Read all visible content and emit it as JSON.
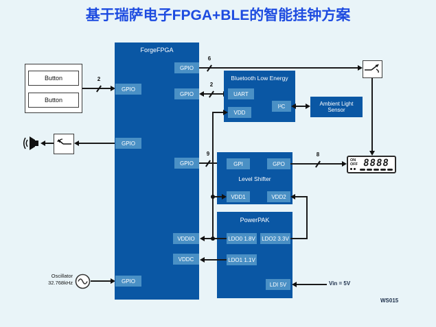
{
  "title": "基于瑞萨电子FPGA+BLE的智能挂钟方案",
  "colors": {
    "title_blue": "#1d4be0",
    "block_blue": "#0a57a4",
    "pin_blue": "#4a90c5",
    "background": "#e9f4f8",
    "wire": "#1a1a1a"
  },
  "inputs": {
    "button1": "Button",
    "button2": "Button",
    "oscillator_line1": "Oscillator",
    "oscillator_line2": "32.768kHz"
  },
  "fpga": {
    "title": "ForgeFPGA",
    "pin_gpio_buttons": "GPIO",
    "pin_gpio_speaker": "GPIO",
    "pin_gpio_oscillator": "GPIO",
    "pin_gpio_switch": "GPIO",
    "pin_gpio_uart": "GPIO",
    "pin_gpio_levelshifter": "GPIO",
    "pin_vddio": "VDDIO",
    "pin_vddc": "VDDC"
  },
  "ble": {
    "title": "Bluetooth Low Energy",
    "pin_uart": "UART",
    "pin_vdd": "VDD",
    "pin_i2c": "I²C"
  },
  "ambient_light_sensor": {
    "line1": "Ambient Light",
    "line2": "Sensor"
  },
  "level_shifter": {
    "title": "Level Shifter",
    "pin_gpi": "GPI",
    "pin_gpo": "GPO",
    "pin_vdd1": "VDD1",
    "pin_vdd2": "VDD2"
  },
  "powerpak": {
    "title": "PowerPAK",
    "pin_ldo0": "LDO0 1.8V",
    "pin_ldo2": "LDO2 3.3V",
    "pin_ldo1": "LDO1 1.1V",
    "pin_ldi": "LDI 5V"
  },
  "display": {
    "on": "ON",
    "off": "OFF",
    "digits": "8888"
  },
  "bus_widths": {
    "buttons": "2",
    "display_switch": "6",
    "uart": "2",
    "gpi": "9",
    "gpo": "8"
  },
  "power": {
    "vin_label": "Vin = 5V"
  },
  "footer": {
    "doc_code": "WS015"
  }
}
